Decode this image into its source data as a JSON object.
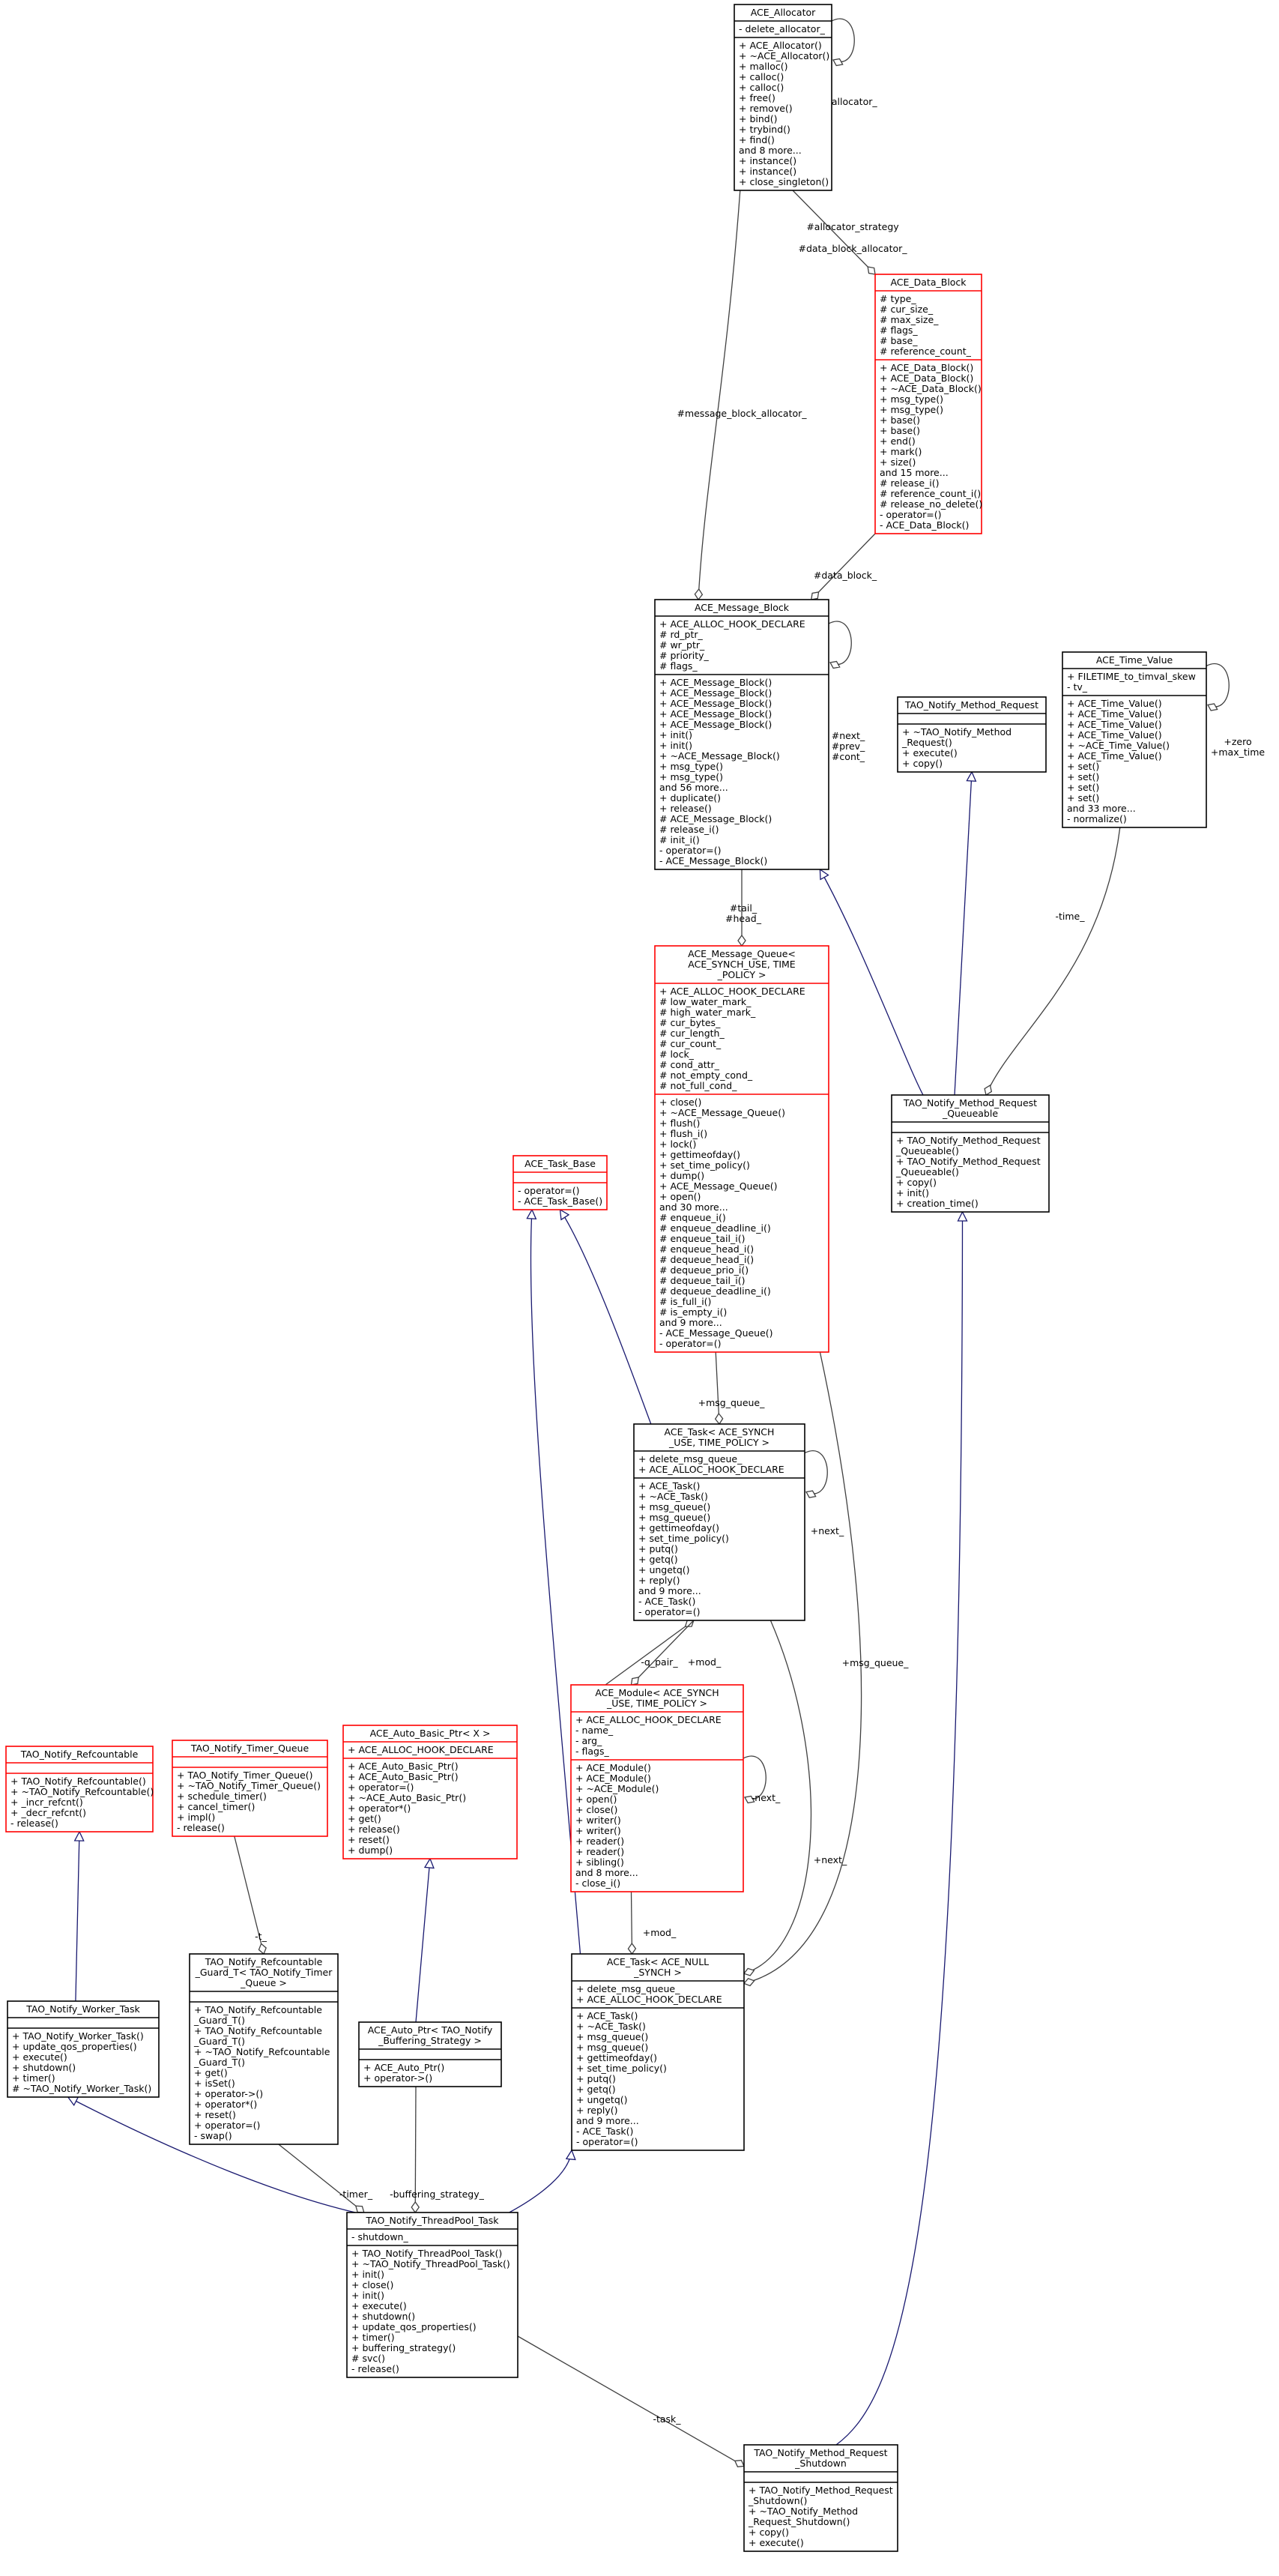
{
  "colors": {
    "class_border": "#000000",
    "truncated_class_border": "#ff0000",
    "focus_fill": "#bfbfbf",
    "inheritance_edge": "#191970",
    "usage_edge": "#404040"
  },
  "classes": [
    {
      "id": "allocator",
      "title": [
        "ACE_Allocator"
      ],
      "border": "black",
      "attrs": [
        "- delete_allocator_"
      ],
      "methods": [
        "+ ACE_Allocator()",
        "+ ~ACE_Allocator()",
        "+ malloc()",
        "+ calloc()",
        "+ calloc()",
        "+ free()",
        "+ remove()",
        "+ bind()",
        "+ trybind()",
        "+ find()",
        "and 8 more...",
        "+ instance()",
        "+ instance()",
        "+ close_singleton()"
      ]
    },
    {
      "id": "data_block",
      "title": [
        "ACE_Data_Block"
      ],
      "border": "red",
      "attrs": [
        "# type_",
        "# cur_size_",
        "# max_size_",
        "# flags_",
        "# base_",
        "# reference_count_"
      ],
      "methods": [
        "+ ACE_Data_Block()",
        "+ ACE_Data_Block()",
        "+ ~ACE_Data_Block()",
        "+ msg_type()",
        "+ msg_type()",
        "+ base()",
        "+ base()",
        "+ end()",
        "+ mark()",
        "+ size()",
        "and 15 more...",
        "# release_i()",
        "# reference_count_i()",
        "# release_no_delete()",
        "- operator=()",
        "- ACE_Data_Block()"
      ]
    },
    {
      "id": "message_block",
      "title": [
        "ACE_Message_Block"
      ],
      "border": "black",
      "attrs": [
        "+ ACE_ALLOC_HOOK_DECLARE",
        "# rd_ptr_",
        "# wr_ptr_",
        "# priority_",
        "# flags_"
      ],
      "methods": [
        "+ ACE_Message_Block()",
        "+ ACE_Message_Block()",
        "+ ACE_Message_Block()",
        "+ ACE_Message_Block()",
        "+ ACE_Message_Block()",
        "+ init()",
        "+ init()",
        "+ ~ACE_Message_Block()",
        "+ msg_type()",
        "+ msg_type()",
        "and 56 more...",
        "+ duplicate()",
        "+ release()",
        "# ACE_Message_Block()",
        "# release_i()",
        "# init_i()",
        "- operator=()",
        "- ACE_Message_Block()"
      ]
    },
    {
      "id": "method_request",
      "title": [
        "TAO_Notify_Method_Request"
      ],
      "border": "black",
      "attrs": [],
      "methods": [
        "+ ~TAO_Notify_Method",
        "  _Request()",
        "+ execute()",
        "+ copy()"
      ]
    },
    {
      "id": "time_value",
      "title": [
        "ACE_Time_Value"
      ],
      "border": "black",
      "attrs": [
        "+ FILETIME_to_timval_skew",
        "- tv_"
      ],
      "methods": [
        "+ ACE_Time_Value()",
        "+ ACE_Time_Value()",
        "+ ACE_Time_Value()",
        "+ ACE_Time_Value()",
        "+ ~ACE_Time_Value()",
        "+ ACE_Time_Value()",
        "+ set()",
        "+ set()",
        "+ set()",
        "+ set()",
        "and 33 more...",
        "- normalize()"
      ]
    },
    {
      "id": "message_queue",
      "title": [
        "ACE_Message_Queue<",
        "ACE_SYNCH_USE, TIME",
        "_POLICY >"
      ],
      "border": "red",
      "attrs": [
        "+ ACE_ALLOC_HOOK_DECLARE",
        "# low_water_mark_",
        "# high_water_mark_",
        "# cur_bytes_",
        "# cur_length_",
        "# cur_count_",
        "# lock_",
        "# cond_attr_",
        "# not_empty_cond_",
        "# not_full_cond_"
      ],
      "methods": [
        "+ close()",
        "+ ~ACE_Message_Queue()",
        "+ flush()",
        "+ flush_i()",
        "+ lock()",
        "+ gettimeofday()",
        "+ set_time_policy()",
        "+ dump()",
        "+ ACE_Message_Queue()",
        "+ open()",
        "and 30 more...",
        "# enqueue_i()",
        "# enqueue_deadline_i()",
        "# enqueue_tail_i()",
        "# enqueue_head_i()",
        "# dequeue_head_i()",
        "# dequeue_prio_i()",
        "# dequeue_tail_i()",
        "# dequeue_deadline_i()",
        "# is_full_i()",
        "# is_empty_i()",
        "and 9 more...",
        "- ACE_Message_Queue()",
        "- operator=()"
      ]
    },
    {
      "id": "task_base",
      "title": [
        "ACE_Task_Base"
      ],
      "border": "red",
      "attrs": [],
      "methods": [
        "- operator=()",
        "- ACE_Task_Base()"
      ]
    },
    {
      "id": "mrq",
      "title": [
        "TAO_Notify_Method_Request",
        "_Queueable"
      ],
      "border": "black",
      "attrs": [],
      "methods": [
        "+ TAO_Notify_Method_Request",
        "  _Queueable()",
        "+ TAO_Notify_Method_Request",
        "  _Queueable()",
        "+ copy()",
        "+ init()",
        "+ creation_time()"
      ]
    },
    {
      "id": "task_synch",
      "title": [
        "ACE_Task< ACE_SYNCH",
        "_USE, TIME_POLICY >"
      ],
      "border": "black",
      "attrs": [
        "+ delete_msg_queue_",
        "+ ACE_ALLOC_HOOK_DECLARE"
      ],
      "methods": [
        "+ ACE_Task()",
        "+ ~ACE_Task()",
        "+ msg_queue()",
        "+ msg_queue()",
        "+ gettimeofday()",
        "+ set_time_policy()",
        "+ putq()",
        "+ getq()",
        "+ ungetq()",
        "+ reply()",
        "and 9 more...",
        "- ACE_Task()",
        "- operator=()"
      ]
    },
    {
      "id": "module",
      "title": [
        "ACE_Module< ACE_SYNCH",
        "_USE, TIME_POLICY >"
      ],
      "border": "red",
      "attrs": [
        "+ ACE_ALLOC_HOOK_DECLARE",
        "- name_",
        "- arg_",
        "- flags_"
      ],
      "methods": [
        "+ ACE_Module()",
        "+ ACE_Module()",
        "+ ~ACE_Module()",
        "+ open()",
        "+ close()",
        "+ writer()",
        "+ writer()",
        "+ reader()",
        "+ reader()",
        "+ sibling()",
        "and 8 more...",
        "- close_i()"
      ]
    },
    {
      "id": "refcountable",
      "title": [
        "TAO_Notify_Refcountable"
      ],
      "border": "red",
      "attrs": [],
      "methods": [
        "+ TAO_Notify_Refcountable()",
        "+ ~TAO_Notify_Refcountable()",
        "+ _incr_refcnt()",
        "+ _decr_refcnt()",
        "- release()"
      ]
    },
    {
      "id": "timer_queue",
      "title": [
        "TAO_Notify_Timer_Queue"
      ],
      "border": "red",
      "attrs": [],
      "methods": [
        "+ TAO_Notify_Timer_Queue()",
        "+ ~TAO_Notify_Timer_Queue()",
        "+ schedule_timer()",
        "+ cancel_timer()",
        "+ impl()",
        "- release()"
      ]
    },
    {
      "id": "auto_basic_ptr",
      "title": [
        "ACE_Auto_Basic_Ptr< X >"
      ],
      "border": "red",
      "attrs": [
        "+ ACE_ALLOC_HOOK_DECLARE"
      ],
      "methods": [
        "+ ACE_Auto_Basic_Ptr()",
        "+ ACE_Auto_Basic_Ptr()",
        "+ operator=()",
        "+ ~ACE_Auto_Basic_Ptr()",
        "+ operator*()",
        "+ get()",
        "+ release()",
        "+ reset()",
        "+ dump()"
      ]
    },
    {
      "id": "worker_task",
      "title": [
        "TAO_Notify_Worker_Task"
      ],
      "border": "black",
      "attrs": [],
      "methods": [
        "+ TAO_Notify_Worker_Task()",
        "+ update_qos_properties()",
        "+ execute()",
        "+ shutdown()",
        "+ timer()",
        "# ~TAO_Notify_Worker_Task()"
      ]
    },
    {
      "id": "refcountable_guard",
      "title": [
        "TAO_Notify_Refcountable",
        "_Guard_T< TAO_Notify_Timer",
        "_Queue >"
      ],
      "border": "black",
      "attrs": [],
      "methods": [
        "+ TAO_Notify_Refcountable",
        "  _Guard_T()",
        "+ TAO_Notify_Refcountable",
        "  _Guard_T()",
        "+ ~TAO_Notify_Refcountable",
        "  _Guard_T()",
        "+ get()",
        "+ isSet()",
        "+ operator->()",
        "+ operator*()",
        "+ reset()",
        "+ operator=()",
        "- swap()"
      ]
    },
    {
      "id": "auto_ptr",
      "title": [
        "ACE_Auto_Ptr< TAO_Notify",
        "_Buffering_Strategy >"
      ],
      "border": "black",
      "attrs": [],
      "methods": [
        "+ ACE_Auto_Ptr()",
        "+ operator->()"
      ]
    },
    {
      "id": "task_null",
      "title": [
        "ACE_Task< ACE_NULL",
        "_SYNCH >"
      ],
      "border": "black",
      "attrs": [
        "+ delete_msg_queue_",
        "+ ACE_ALLOC_HOOK_DECLARE"
      ],
      "methods": [
        "+ ACE_Task()",
        "+ ~ACE_Task()",
        "+ msg_queue()",
        "+ msg_queue()",
        "+ gettimeofday()",
        "+ set_time_policy()",
        "+ putq()",
        "+ getq()",
        "+ ungetq()",
        "+ reply()",
        "and 9 more...",
        "- ACE_Task()",
        "- operator=()"
      ]
    },
    {
      "id": "threadpool_task",
      "title": [
        "TAO_Notify_ThreadPool_Task"
      ],
      "border": "black",
      "attrs": [
        "- shutdown_"
      ],
      "methods": [
        "+ TAO_Notify_ThreadPool_Task()",
        "+ ~TAO_Notify_ThreadPool_Task()",
        "+ init()",
        "+ close()",
        "+ init()",
        "+ execute()",
        "+ shutdown()",
        "+ update_qos_properties()",
        "+ timer()",
        "+ buffering_strategy()",
        "# svc()",
        "- release()"
      ]
    },
    {
      "id": "shutdown",
      "title": [
        "TAO_Notify_Method_Request",
        "_Shutdown"
      ],
      "border": "focus",
      "attrs": [],
      "methods": [
        "+ TAO_Notify_Method_Request",
        "_Shutdown()",
        "+ ~TAO_Notify_Method",
        "_Request_Shutdown()",
        "+ copy()",
        "+ execute()"
      ]
    }
  ],
  "edge_labels": [
    {
      "id": "allocator_self",
      "lines": [
        "-allocator_"
      ]
    },
    {
      "id": "allocator_strategy",
      "lines": [
        "#allocator_strategy"
      ]
    },
    {
      "id": "data_block_allocator",
      "lines": [
        "#data_block_allocator_"
      ]
    },
    {
      "id": "message_block_allocator",
      "lines": [
        "#message_block_allocator_"
      ]
    },
    {
      "id": "data_block",
      "lines": [
        "#data_block_"
      ]
    },
    {
      "id": "mb_self",
      "lines": [
        "#next_",
        "#prev_",
        "#cont_"
      ]
    },
    {
      "id": "tv_self",
      "lines": [
        "+zero",
        "+max_time"
      ]
    },
    {
      "id": "tail_head",
      "lines": [
        "#tail_",
        "#head_"
      ]
    },
    {
      "id": "time",
      "lines": [
        "-time_"
      ]
    },
    {
      "id": "msg_queue_synch",
      "lines": [
        "+msg_queue_"
      ]
    },
    {
      "id": "task_next",
      "lines": [
        "+next_"
      ]
    },
    {
      "id": "q_pair",
      "lines": [
        "-q_pair_"
      ]
    },
    {
      "id": "mod",
      "lines": [
        "+mod_"
      ]
    },
    {
      "id": "module_next",
      "lines": [
        "-next_"
      ]
    },
    {
      "id": "next_null",
      "lines": [
        "+next_"
      ]
    },
    {
      "id": "msg_queue_null",
      "lines": [
        "+msg_queue_"
      ]
    },
    {
      "id": "mod_null",
      "lines": [
        "+mod_"
      ]
    },
    {
      "id": "t",
      "lines": [
        "-t_"
      ]
    },
    {
      "id": "timer",
      "lines": [
        "-timer_"
      ]
    },
    {
      "id": "buffering",
      "lines": [
        "-buffering_strategy_"
      ]
    },
    {
      "id": "task",
      "lines": [
        "-task_"
      ]
    }
  ]
}
